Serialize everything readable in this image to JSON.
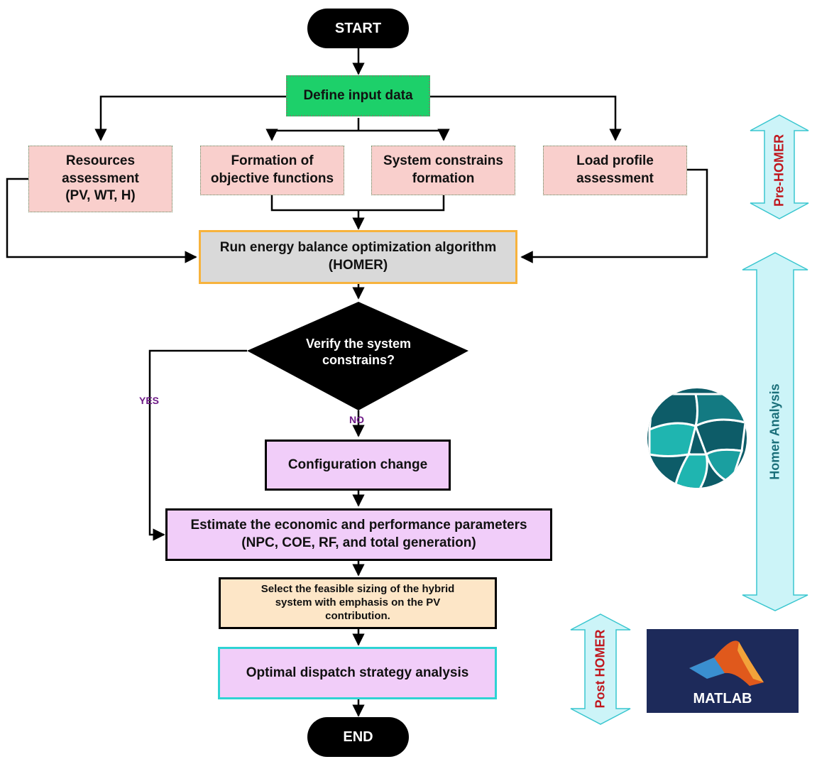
{
  "nodes": {
    "start": "START",
    "define_input": "Define input data",
    "resources_line1": "Resources",
    "resources_line2": "assessment",
    "resources_line3": "(PV, WT, H)",
    "objective_line1": "Formation of",
    "objective_line2": "objective functions",
    "constrains_line1": "System constrains",
    "constrains_line2": "formation",
    "load_line1": "Load profile",
    "load_line2": "assessment",
    "run_line1": "Run energy balance optimization algorithm",
    "run_line2": "(HOMER)",
    "verify_line1": "Verify the system",
    "verify_line2": "constrains?",
    "config_change": "Configuration change",
    "estimate_line1": "Estimate the economic and performance parameters",
    "estimate_line2": "(NPC, COE, RF, and total generation)",
    "select_line1": "Select the feasible sizing of the hybrid",
    "select_line2": "system with emphasis on the PV",
    "select_line3": "contribution.",
    "dispatch": "Optimal dispatch strategy analysis",
    "end": "END"
  },
  "edge_labels": {
    "yes": "YES",
    "no": "NO"
  },
  "phases": {
    "pre_homer": "Pre-HOMER",
    "homer_analysis": "Homer Analysis",
    "post_homer": "Post HOMER"
  },
  "logos": {
    "homer": "homer-globe-icon",
    "matlab_text": "MATLAB"
  },
  "colors": {
    "start_end": "#000000",
    "define_input": "#1dd06a",
    "assessment_boxes": "#f9cfcc",
    "run_box": "#d9d9d9",
    "run_border": "#f7b33d",
    "violet_boxes": "#f1cdf9",
    "select_box": "#fde6c7",
    "dispatch_border": "#2ed3d3",
    "phase_arrows": "#ccf4f8",
    "phase_text_red": "#c0161d",
    "phase_text_teal": "#1a6f7a",
    "edge_label": "#6e1a87"
  }
}
